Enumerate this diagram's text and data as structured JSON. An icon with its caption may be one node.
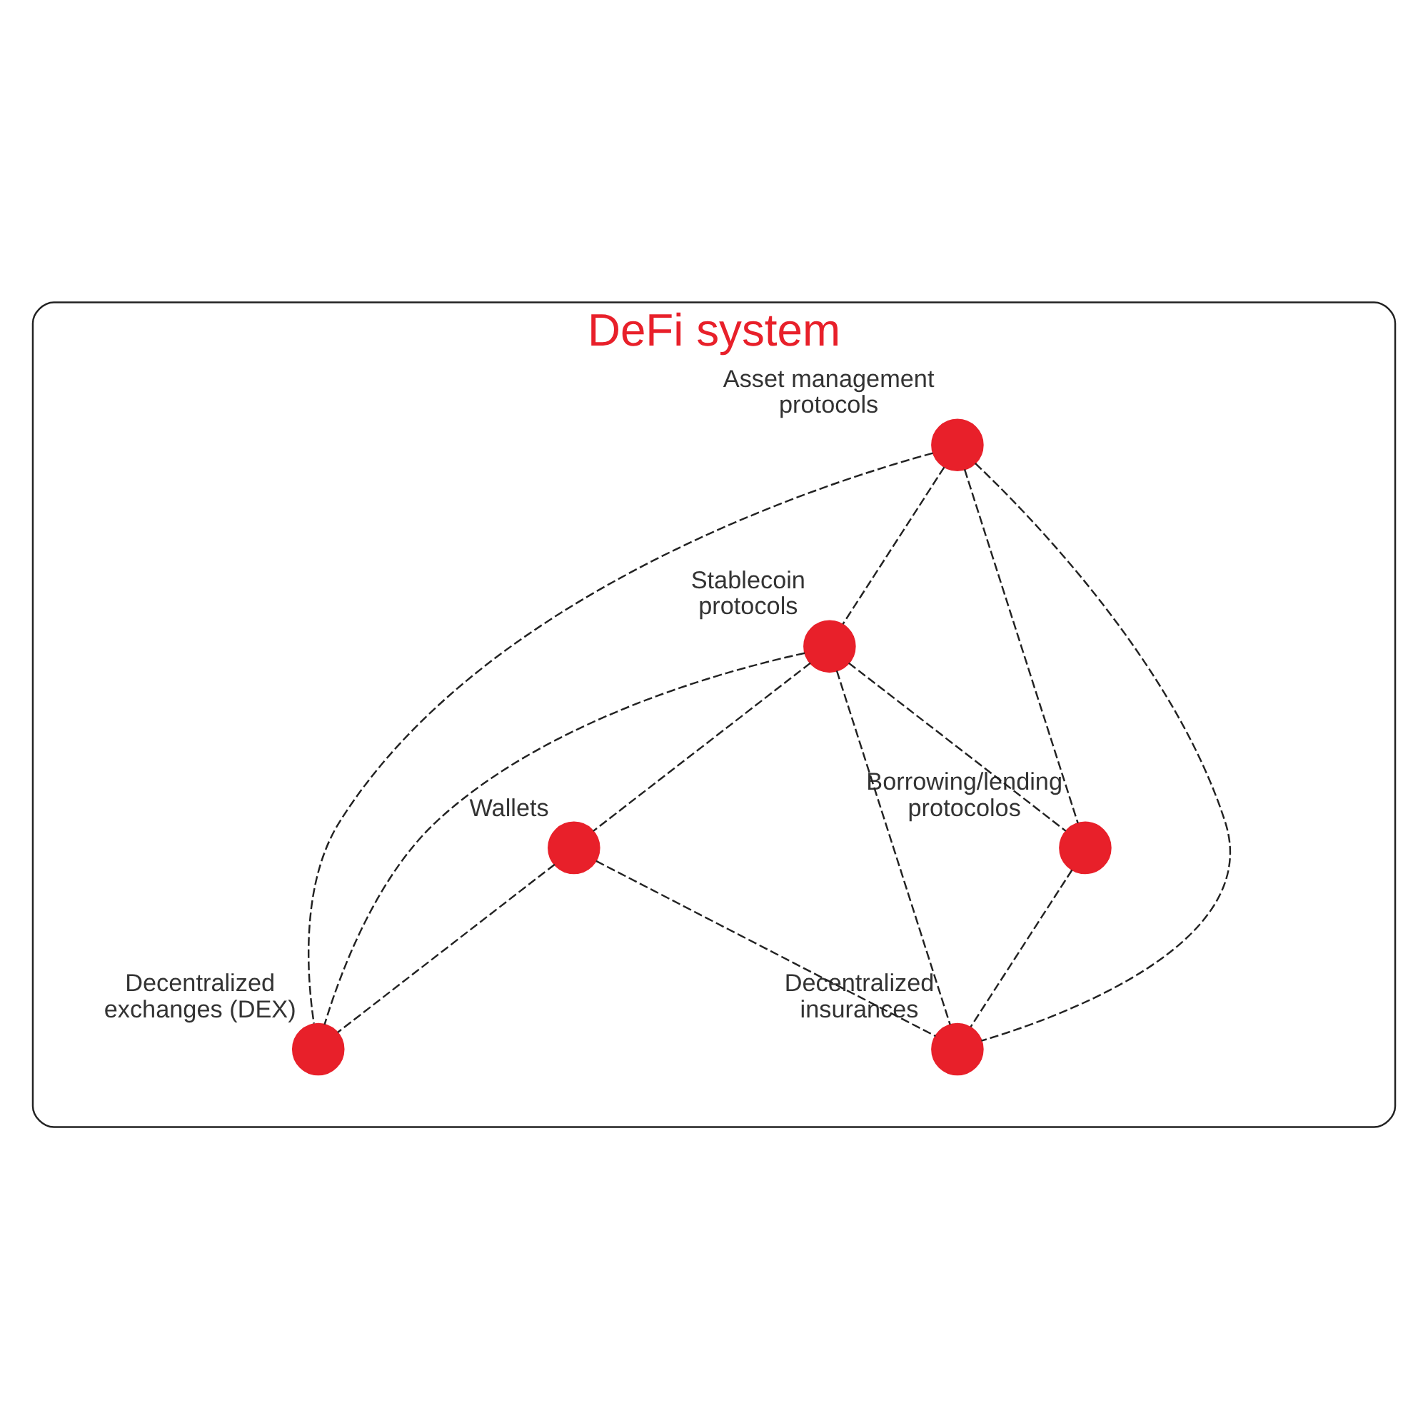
{
  "diagram": {
    "nodes": [
      {
        "text": [
          "DeFi system"
        ]
      },
      {
        "text": [],
        "shape": "circle",
        "beside": [
          "Asset management protocols"
        ],
        "in": 0
      },
      {
        "text": [],
        "shape": "circle",
        "beside": [
          "Stablecoin protocols"
        ],
        "in": 0
      },
      {
        "text": [],
        "shape": "circle",
        "beside": [
          "Wallets"
        ],
        "in": 0
      },
      {
        "text": [],
        "shape": "circle",
        "beside": [
          "Decentralized exchanges (DEX)"
        ],
        "in": 0
      },
      {
        "text": [],
        "shape": "circle",
        "beside": [
          "Decentralized insurances"
        ],
        "in": 0
      },
      {
        "text": [],
        "shape": "circle",
        "beside": [
          "Borrowing/lending protocolos"
        ],
        "in": 0
      }
    ],
    "edges": [
      {
        "from": 1,
        "to": 2,
        "arrow": "none",
        "style": "dashed"
      },
      {
        "from": 1,
        "to": 4,
        "arrow": "none",
        "style": "dashed"
      },
      {
        "from": 1,
        "to": 6,
        "arrow": "none",
        "style": "dashed"
      },
      {
        "from": 1,
        "to": 5,
        "arrow": "none",
        "style": "dashed"
      },
      {
        "from": 2,
        "to": 4,
        "arrow": "none",
        "style": "dashed"
      },
      {
        "from": 2,
        "to": 3,
        "arrow": "none",
        "style": "dashed"
      },
      {
        "from": 2,
        "to": 6,
        "arrow": "none",
        "style": "dashed"
      },
      {
        "from": 2,
        "to": 5,
        "arrow": "none",
        "style": "dashed"
      },
      {
        "from": 3,
        "to": 4,
        "arrow": "none",
        "style": "dashed"
      },
      {
        "from": 3,
        "to": 5,
        "arrow": "none",
        "style": "dashed"
      },
      {
        "from": 6,
        "to": 5,
        "arrow": "none",
        "style": "dashed"
      }
    ]
  }
}
